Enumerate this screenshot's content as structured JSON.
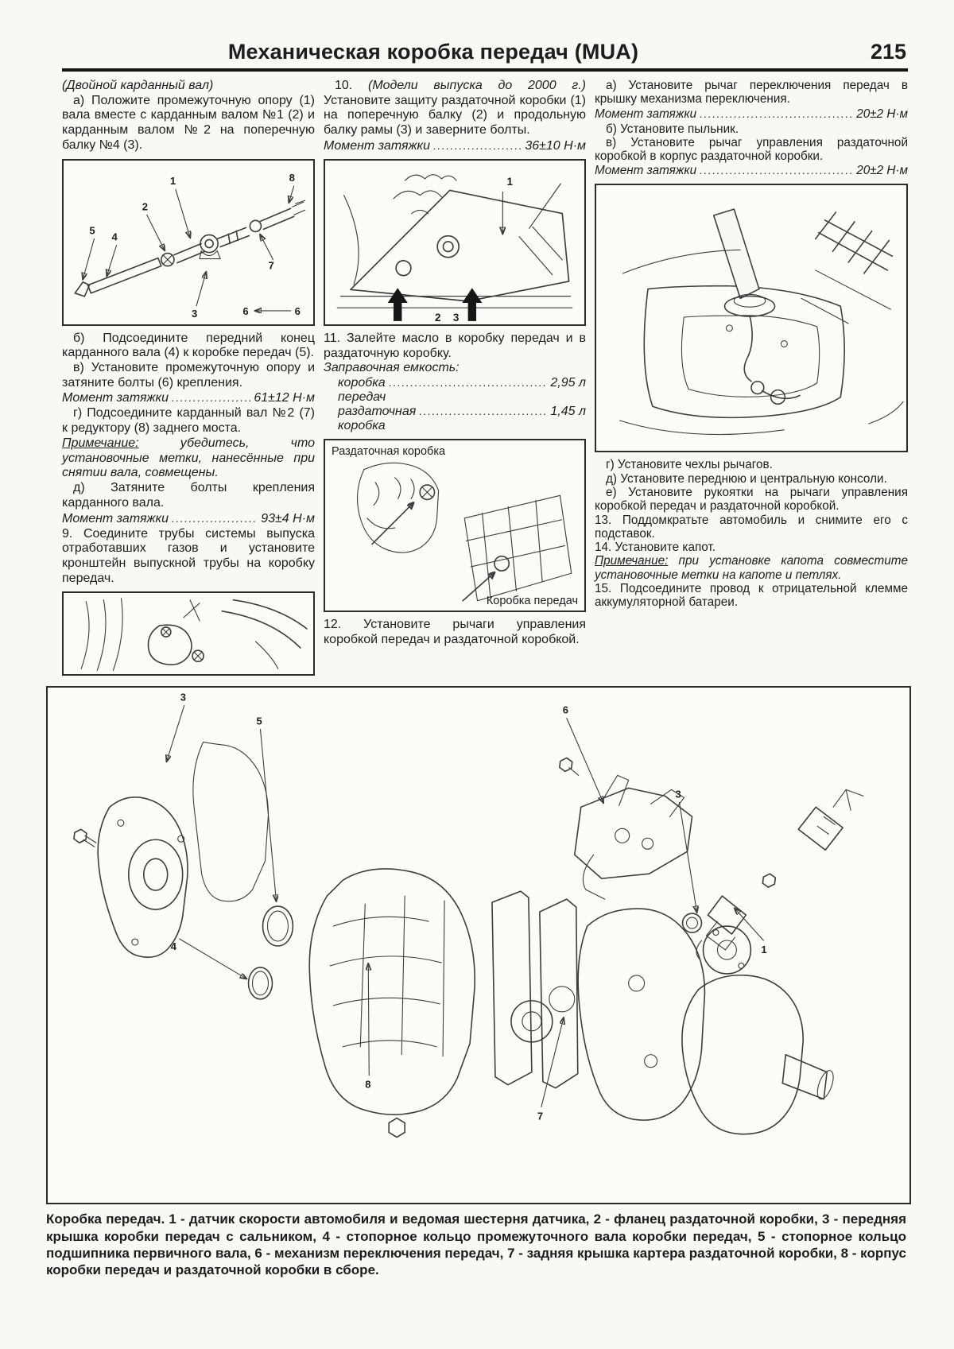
{
  "header": {
    "title": "Механическая коробка передач (MUA)",
    "page_number": "215"
  },
  "left": {
    "intro_italic": "(Двойной карданный вал)",
    "item_a": "а) Положите промежуточную опору (1) вала вместе с карданным валом №1 (2) и карданным валом №2 на поперечную балку №4 (3).",
    "item_b": "б) Подсоедините передний конец карданного вала (4) к коробке передач (5).",
    "item_v": "в) Установите промежуточную опору и затяните болты (6) крепления.",
    "torque1_label": "Момент затяжки",
    "torque1_value": "61±12 Н·м",
    "item_g": "г) Подсоедините карданный вал №2 (7) к редуктору (8) заднего моста.",
    "note_label": "Примечание:",
    "note_text": " убедитесь, что установочные метки, нанесённые при снятии вала, совмещены.",
    "item_d": "д) Затяните болты крепления карданного вала.",
    "torque2_label": "Момент затяжки",
    "torque2_value": "93±4 Н·м",
    "item_9": "9. Соедините трубы системы выпуска отработавших газов и установите кронштейн выпускной трубы на коробку передач."
  },
  "middle": {
    "item_10_num": "10. ",
    "item_10_italic": "(Модели выпуска до 2000 г.) ",
    "item_10_rest": "Установите защиту раздаточной коробки (1) на поперечную балку (2) и продольную балку рамы (3) и заверните болты.",
    "torque_label": "Момент затяжки",
    "torque_value": "36±10 Н·м",
    "item_11": "11. Залейте масло в коробку передач и в раздаточную коробку.",
    "capacity_label": "Заправочная емкость:",
    "capacity1_label": "коробка передач",
    "capacity1_value": "2,95 л",
    "capacity2_label": "раздаточная коробка",
    "capacity2_value": "1,45 л",
    "fig_oil_label_top": "Раздаточная коробка",
    "fig_oil_label_bottom": "Коробка передач",
    "item_12": "12. Установите рычаги управления коробкой передач и раздаточной коробкой."
  },
  "right": {
    "item_a": "а) Установите рычаг переключения передач в крышку механизма переключения.",
    "torque1_label": "Момент затяжки",
    "torque1_value": "20±2 Н·м",
    "item_b": "б) Установите пыльник.",
    "item_v": "в) Установите рычаг управления раздаточной коробкой в корпус раздаточной коробки.",
    "torque2_label": "Момент затяжки",
    "torque2_value": "20±2 Н·м",
    "item_g": "г) Установите чехлы рычагов.",
    "item_d": "д) Установите переднюю и центральную консоли.",
    "item_e": "е) Установите рукоятки на рычаги управления коробкой передач и раздаточной коробкой.",
    "item_13": "13. Поддомкратьте автомобиль и снимите его с подставок.",
    "item_14": "14. Установите капот.",
    "note_label": "Примечание:",
    "note_text": " при установке капота совместите установочные метки на капоте и петлях.",
    "item_15": "15. Подсоедините провод к отрицательной клемме аккумуляторной батареи."
  },
  "figures": {
    "driveshaft": {
      "callouts": {
        "c1": "1",
        "c2": "2",
        "c3": "3",
        "c4": "4",
        "c5": "5",
        "c6": "6",
        "c6b": "6",
        "c7": "7",
        "c8": "8"
      }
    },
    "skidplate": {
      "callouts": {
        "c1": "1",
        "c2": "2",
        "c3": "3"
      }
    },
    "exploded": {
      "callouts": {
        "c3a": "3",
        "c5": "5",
        "c6": "6",
        "c3b": "3",
        "c1": "1",
        "c4": "4",
        "c8": "8",
        "c7": "7"
      }
    }
  },
  "caption": "Коробка передач. 1 - датчик скорости автомобиля и ведомая шестерня датчика, 2 - фланец раздаточной коробки, 3 - передняя крышка коробки передач с сальником, 4 - стопорное кольцо промежуточного вала коробки передач, 5 - стопорное кольцо подшипника первичного вала, 6 - механизм переключения передач, 7 - задняя крышка картера раздаточной коробки, 8 - корпус коробки передач и раздаточной коробки в сборе."
}
